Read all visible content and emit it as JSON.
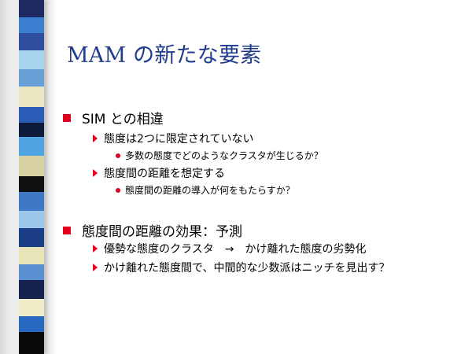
{
  "slide": {
    "title": "MAM の新たな要素",
    "sections": [
      {
        "heading": "SIM との相違",
        "items": [
          {
            "text": "態度は2つに限定されていない",
            "sub": [
              "多数の態度でどのようなクラスタが生じるか？"
            ]
          },
          {
            "text": "態度間の距離を想定する",
            "sub": [
              "態度間の距離の導入が何をもたらすか？"
            ]
          }
        ]
      },
      {
        "heading": "態度間の距離の効果：予測",
        "items": [
          {
            "text": "優勢な態度のクラスタ　→　かけ離れた態度の劣勢化"
          },
          {
            "text": "かけ離れた態度間で、中間的な少数派はニッチを見出す？"
          }
        ]
      }
    ]
  },
  "colors": {
    "title": "#1f3d8c",
    "bullet": "#e0001b",
    "stripe": [
      "#1d2a63",
      "#3a7fd0",
      "#2f4f9e",
      "#a8d4f0",
      "#6aa0d8",
      "#e9e6c0",
      "#2b5cb8",
      "#0d1a3a",
      "#4fa3e0",
      "#d8d2a0",
      "#101010",
      "#3f78c4",
      "#9bc8ea",
      "#1a3d86",
      "#e8e4b8",
      "#5a8fd2",
      "#14224d",
      "#f0ecc8",
      "#2868c0",
      "#0a0a0a"
    ]
  }
}
